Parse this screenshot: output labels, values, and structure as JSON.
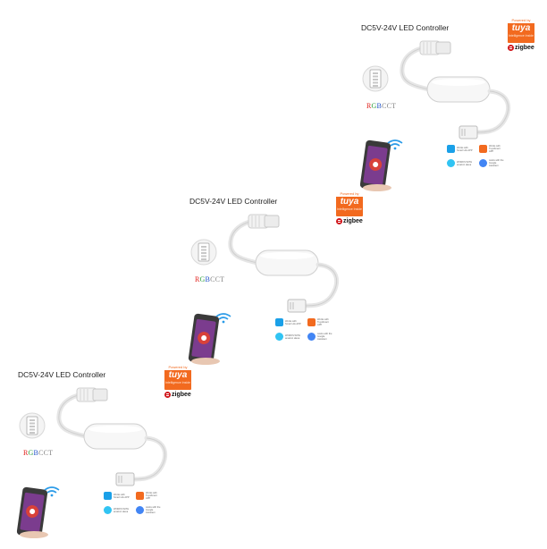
{
  "product": {
    "title": "DC5V-24V LED Controller",
    "color_label": [
      "R",
      "G",
      "B",
      "C",
      "C",
      "T"
    ],
    "color_label_colors": [
      "#e0201c",
      "#2a9d3a",
      "#1e50c8",
      "#888888",
      "#888888",
      "#888888"
    ],
    "tuya_badge": {
      "powered_by": "Powered by",
      "logo": "tuya",
      "subtitle": "Intelligence Inside",
      "zigbee": "zigbee",
      "brand_color": "#f26a1f"
    },
    "compatibility": [
      {
        "name": "smart-life-icon",
        "text": "Works with Smart Life APP",
        "color": "#1aa0e8"
      },
      {
        "name": "tuya-app-icon",
        "text": "Works with TuyaSmart APP",
        "color": "#f26a1f"
      },
      {
        "name": "alexa-icon",
        "text": "WORKS WITH amazon alexa",
        "color": "#31c4f3"
      },
      {
        "name": "google-assistant-icon",
        "text": "works with the Google Assistant",
        "color": "#4285f4"
      }
    ]
  },
  "panels": [
    {
      "id": "top"
    },
    {
      "id": "middle"
    },
    {
      "id": "bottom"
    }
  ]
}
